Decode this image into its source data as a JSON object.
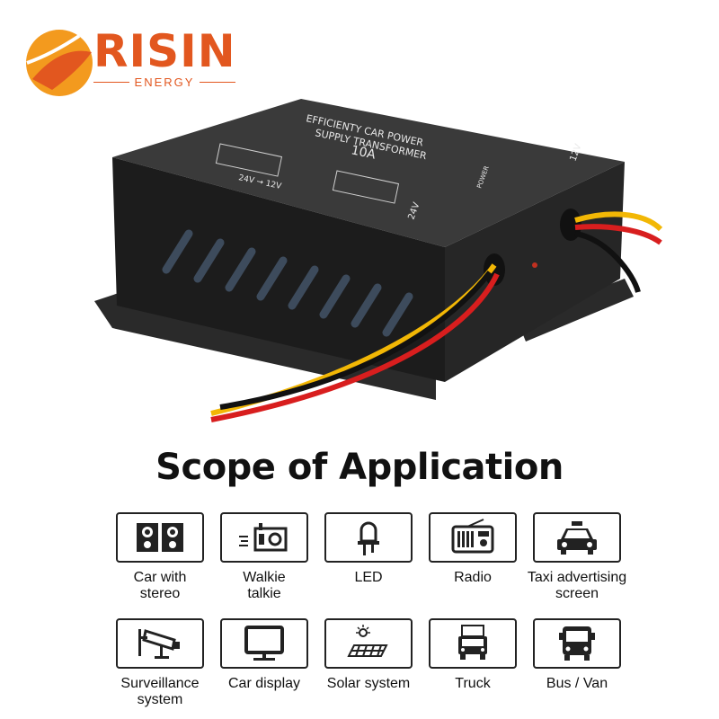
{
  "brand": {
    "name": "RISIN",
    "tagline": "ENERGY",
    "color": "#e2571f"
  },
  "product": {
    "title_line1": "EFFICIENTY CAR POWER",
    "title_line2": "SUPPLY TRANSFORMER",
    "rating": "10A",
    "conversion": "24V → 12V",
    "input_label": "24V",
    "output_label": "12V",
    "power_label": "POWER",
    "wire_colors": [
      "#f2b705",
      "#d81e1e",
      "#111111"
    ]
  },
  "section": {
    "title": "Scope of Application"
  },
  "applications": [
    {
      "icon": "car-stereo-icon",
      "label": "Car with\nstereo"
    },
    {
      "icon": "walkie-talkie-icon",
      "label": "Walkie\ntalkie"
    },
    {
      "icon": "led-icon",
      "label": "LED"
    },
    {
      "icon": "radio-icon",
      "label": "Radio"
    },
    {
      "icon": "taxi-icon",
      "label": "Taxi advertising\nscreen"
    },
    {
      "icon": "surveillance-camera-icon",
      "label": "Surveillance\nsystem"
    },
    {
      "icon": "car-display-icon",
      "label": "Car display"
    },
    {
      "icon": "solar-panel-icon",
      "label": "Solar system"
    },
    {
      "icon": "truck-icon",
      "label": "Truck"
    },
    {
      "icon": "bus-icon",
      "label": "Bus / Van"
    }
  ]
}
